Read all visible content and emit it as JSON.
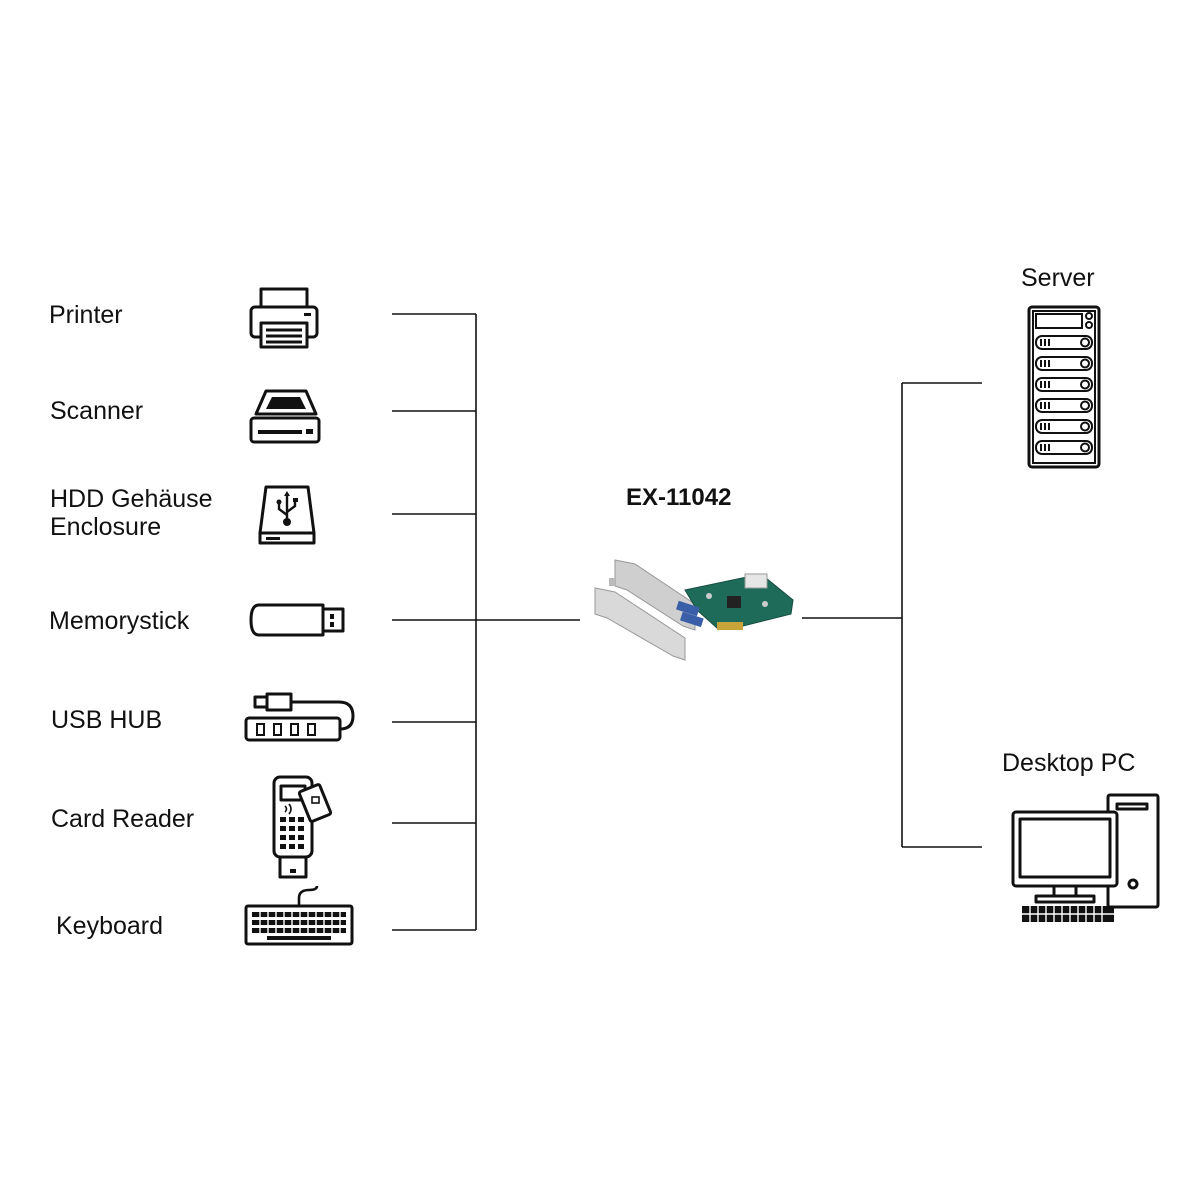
{
  "diagram": {
    "title": "EX-11042",
    "peripherals": [
      {
        "label": "Printer",
        "icon": "printer-icon"
      },
      {
        "label": "Scanner",
        "icon": "scanner-icon"
      },
      {
        "label": "HDD Gehäuse",
        "label2": "Enclosure",
        "icon": "hdd-enclosure-icon"
      },
      {
        "label": "Memorystick",
        "icon": "usb-stick-icon"
      },
      {
        "label": "USB HUB",
        "icon": "usb-hub-icon"
      },
      {
        "label": "Card Reader",
        "icon": "card-reader-icon"
      },
      {
        "label": "Keyboard",
        "icon": "keyboard-icon"
      }
    ],
    "hosts": [
      {
        "label": "Server",
        "icon": "server-icon"
      },
      {
        "label": "Desktop PC",
        "icon": "desktop-pc-icon"
      }
    ],
    "card_icon": "pcie-usb-card-icon",
    "colors": {
      "line": "#111111",
      "pcb": "#1f6b5a",
      "bracket": "#c8c8c8"
    }
  }
}
